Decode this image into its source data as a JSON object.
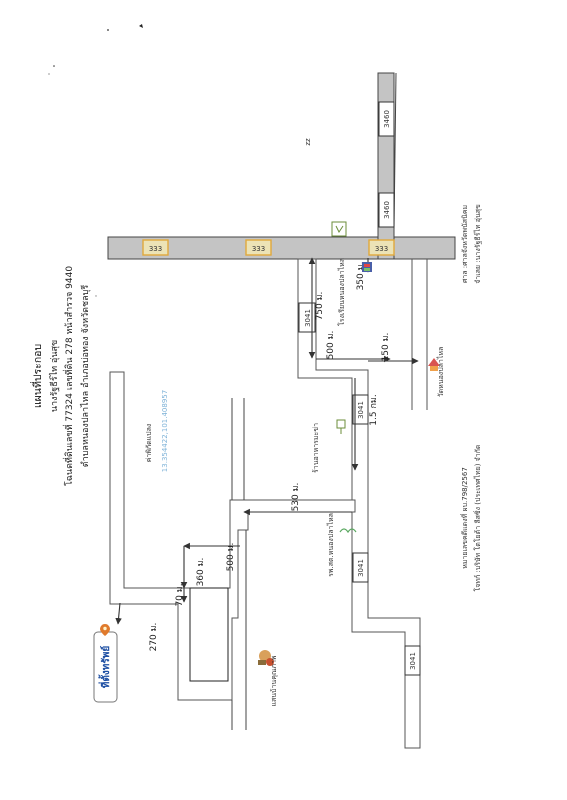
{
  "header": {
    "title": "แผนที่ประกอบ",
    "line1": "นางรัฐธีร์ไท อุ่นสุข",
    "line2": "โฉนดที่ดินเลขที่ 77324 เลขที่ดิน 278 หน้าสำรวจ 9440",
    "line3": "ตำบลหนองปลาไหล อำเภอบ่อทอง จังหวัดชลบุรี"
  },
  "footer": {
    "case_no": "หมายเลขคดีแดงที่ ผบ.798/2567",
    "plaintiff": "โจทก์ :บริษัท โตโยต้า ลีสซิ่ง (ประเทศไทย) จำกัด",
    "court": "ศาล :ศาลจังหวัดพนัสนิคม",
    "defendant": "จำเลย :นางรัฐธีร์ไท อุ่นสุข"
  },
  "legend": {
    "property": "ที่ตั้งทรัพย์"
  },
  "coordinates_label": "ค่าพิกัดแปลง",
  "coordinates_value": "13.354422,101.408957",
  "marker_zz": "zz",
  "highways": {
    "h333": "333",
    "h3460": "3460",
    "h3041": "3041"
  },
  "distances": {
    "d270": "270 ม.",
    "d70": "70 ม.",
    "d360": "360 ม.",
    "d500a": "500 ม.",
    "d530": "530 ม.",
    "d15km": "1.5 กม.",
    "d500b": "500 ม.",
    "d150": "150 ม.",
    "d750": "750 ม.",
    "d350": "350 ม."
  },
  "landmarks": {
    "school": "โรงเรียนหนองปลาไหล",
    "temple": "วัดหนองปลาไหล",
    "shop": "ร้านอาหารมะข่า",
    "health": "รพ.สต.หนองปลาไหล",
    "garden": "แสนบ้านคุณภาพ"
  },
  "colors": {
    "road": "#c4c4c4",
    "shield_border": "#e0a93c",
    "link_text": "#7fb3d8",
    "property_text": "#1e4fa3",
    "pin": "#e07a2c"
  },
  "icons": {
    "property": "location-pin-icon",
    "school": "school-icon",
    "temple": "temple-icon",
    "shop": "shop-icon",
    "health": "health-center-icon",
    "garden": "garden-icon",
    "sign": "road-sign-icon"
  }
}
